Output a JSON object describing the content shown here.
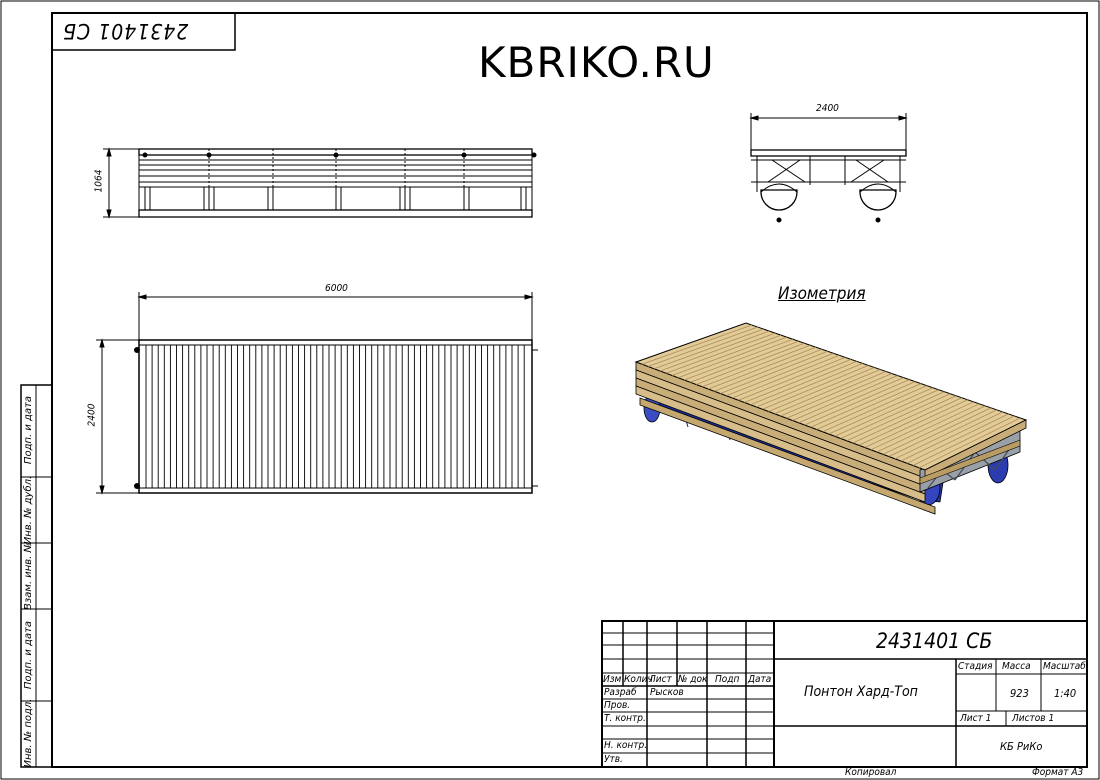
{
  "header": {
    "site": "KBRIKO.RU",
    "stamp_inverted": "2431401 СБ"
  },
  "views": {
    "side_height_dim": "1064",
    "front_width_dim": "2400",
    "top_length_dim": "6000",
    "top_width_dim": "2400",
    "iso_caption": "Изометрия"
  },
  "left_strip": {
    "labels": [
      "Подп. и дата",
      "Инв. № дубл.",
      "Взам. инв. №",
      "Подп. и дата",
      "Инв. № подл."
    ]
  },
  "title_block": {
    "doc_number": "2431401 СБ",
    "title": "Понтон Хард-Топ",
    "headers": [
      "Изм",
      "Колич",
      "Лист",
      "№ док",
      "Подп",
      "Дата"
    ],
    "roles": [
      "Разраб",
      "Пров.",
      "Т. контр.",
      "",
      "Н. контр.",
      "Утв."
    ],
    "developer": "Рысков",
    "stage_label": "Стадия",
    "mass_label": "Масса",
    "scale_label": "Масштаб",
    "mass": "923",
    "scale": "1:40",
    "sheet": "Лист 1",
    "sheets": "Листов 1",
    "company": "КБ РиКо",
    "copied": "Копировал",
    "format": "Формат А3"
  },
  "colors": {
    "wood": "#d9c08e",
    "wood_dark": "#b89c64",
    "float": "#2838a8",
    "steel": "#8a8f96"
  }
}
